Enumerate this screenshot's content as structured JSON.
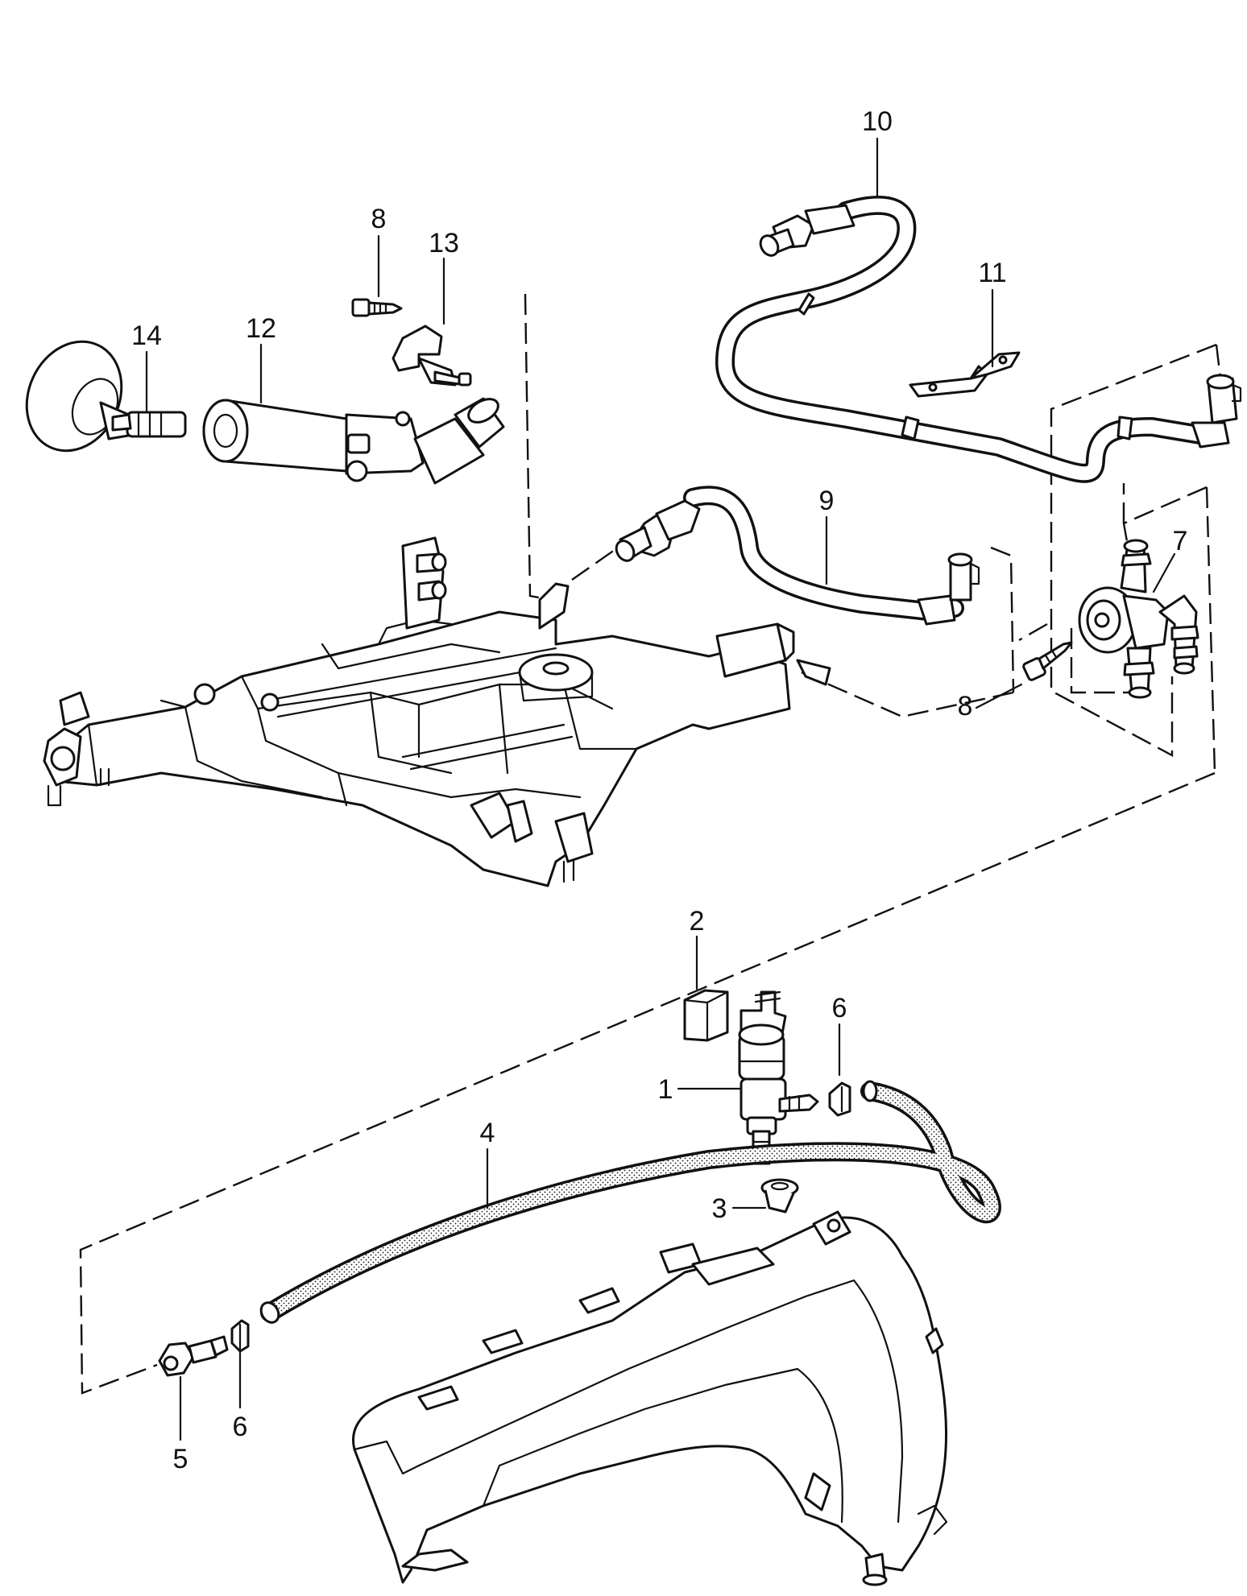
{
  "labels": {
    "l1": "1",
    "l2": "2",
    "l3": "3",
    "l4": "4",
    "l5": "5",
    "l6a": "6",
    "l6b": "6",
    "l7": "7",
    "l8a": "8",
    "l8b": "8",
    "l9": "9",
    "l10": "10",
    "l11": "11",
    "l12": "12",
    "l13": "13",
    "l14": "14"
  }
}
